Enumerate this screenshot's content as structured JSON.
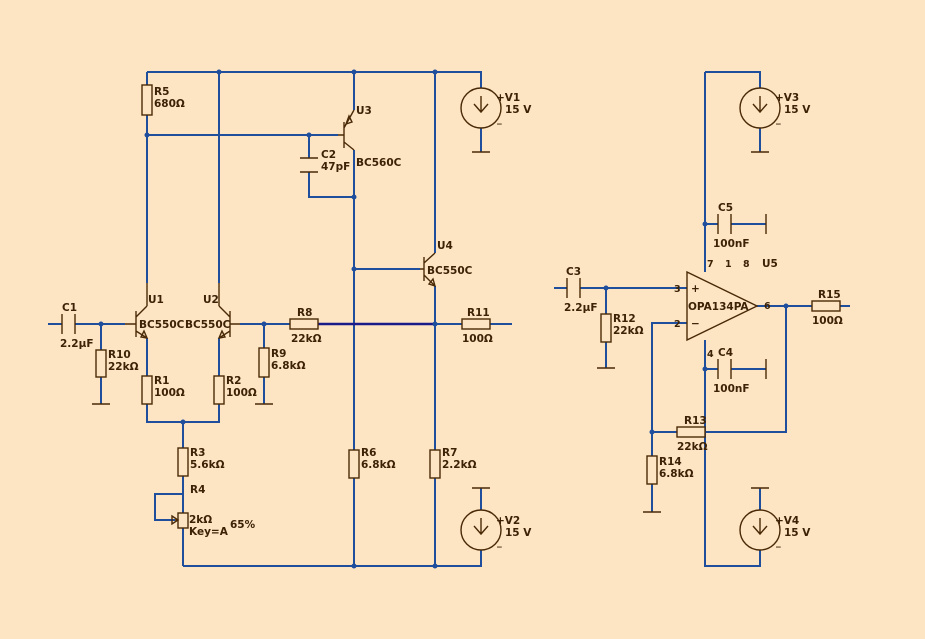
{
  "components": {
    "R1": {
      "ref": "R1",
      "value": "100Ω"
    },
    "R2": {
      "ref": "R2",
      "value": "100Ω"
    },
    "R3": {
      "ref": "R3",
      "value": "5.6kΩ"
    },
    "R4": {
      "ref": "R4",
      "value": "2kΩ",
      "key": "Key=A",
      "percent": "65%"
    },
    "R5": {
      "ref": "R5",
      "value": "680Ω"
    },
    "R6": {
      "ref": "R6",
      "value": "6.8kΩ"
    },
    "R7": {
      "ref": "R7",
      "value": "2.2kΩ"
    },
    "R8": {
      "ref": "R8",
      "value": "22kΩ"
    },
    "R9": {
      "ref": "R9",
      "value": "6.8kΩ"
    },
    "R10": {
      "ref": "R10",
      "value": "22kΩ"
    },
    "R11": {
      "ref": "R11",
      "value": "100Ω"
    },
    "R12": {
      "ref": "R12",
      "value": "22kΩ"
    },
    "R13": {
      "ref": "R13",
      "value": "22kΩ"
    },
    "R14": {
      "ref": "R14",
      "value": "6.8kΩ"
    },
    "R15": {
      "ref": "R15",
      "value": "100Ω"
    },
    "C1": {
      "ref": "C1",
      "value": "2.2µF"
    },
    "C2": {
      "ref": "C2",
      "value": "47pF"
    },
    "C3": {
      "ref": "C3",
      "value": "2.2µF"
    },
    "C4": {
      "ref": "C4",
      "value": "100nF"
    },
    "C5": {
      "ref": "C5",
      "value": "100nF"
    },
    "U1": {
      "ref": "U1",
      "value": "BC550C"
    },
    "U2": {
      "ref": "U2",
      "value": "BC550C"
    },
    "U3": {
      "ref": "U3",
      "value": "BC560C"
    },
    "U4": {
      "ref": "U4",
      "value": "BC550C"
    },
    "U5": {
      "ref": "U5",
      "value": "OPA134PA"
    },
    "V1": {
      "ref": "+V1",
      "value": "15 V",
      "minus": "_"
    },
    "V2": {
      "ref": "+V2",
      "value": "15 V",
      "minus": "_"
    },
    "V3": {
      "ref": "+V3",
      "value": "15 V",
      "minus": "_"
    },
    "V4": {
      "ref": "+V4",
      "value": "15 V",
      "minus": "_"
    }
  },
  "opamp_pins": {
    "p3": "3",
    "p2": "2",
    "p6": "6",
    "p7": "7",
    "p1": "1",
    "p8": "8",
    "p4": "4",
    "plus": "+",
    "minus": "−"
  },
  "colors": {
    "background": "#fde5c4",
    "wire": "#1f4e9c",
    "component": "#4a2a06",
    "label": "#3d2205"
  }
}
